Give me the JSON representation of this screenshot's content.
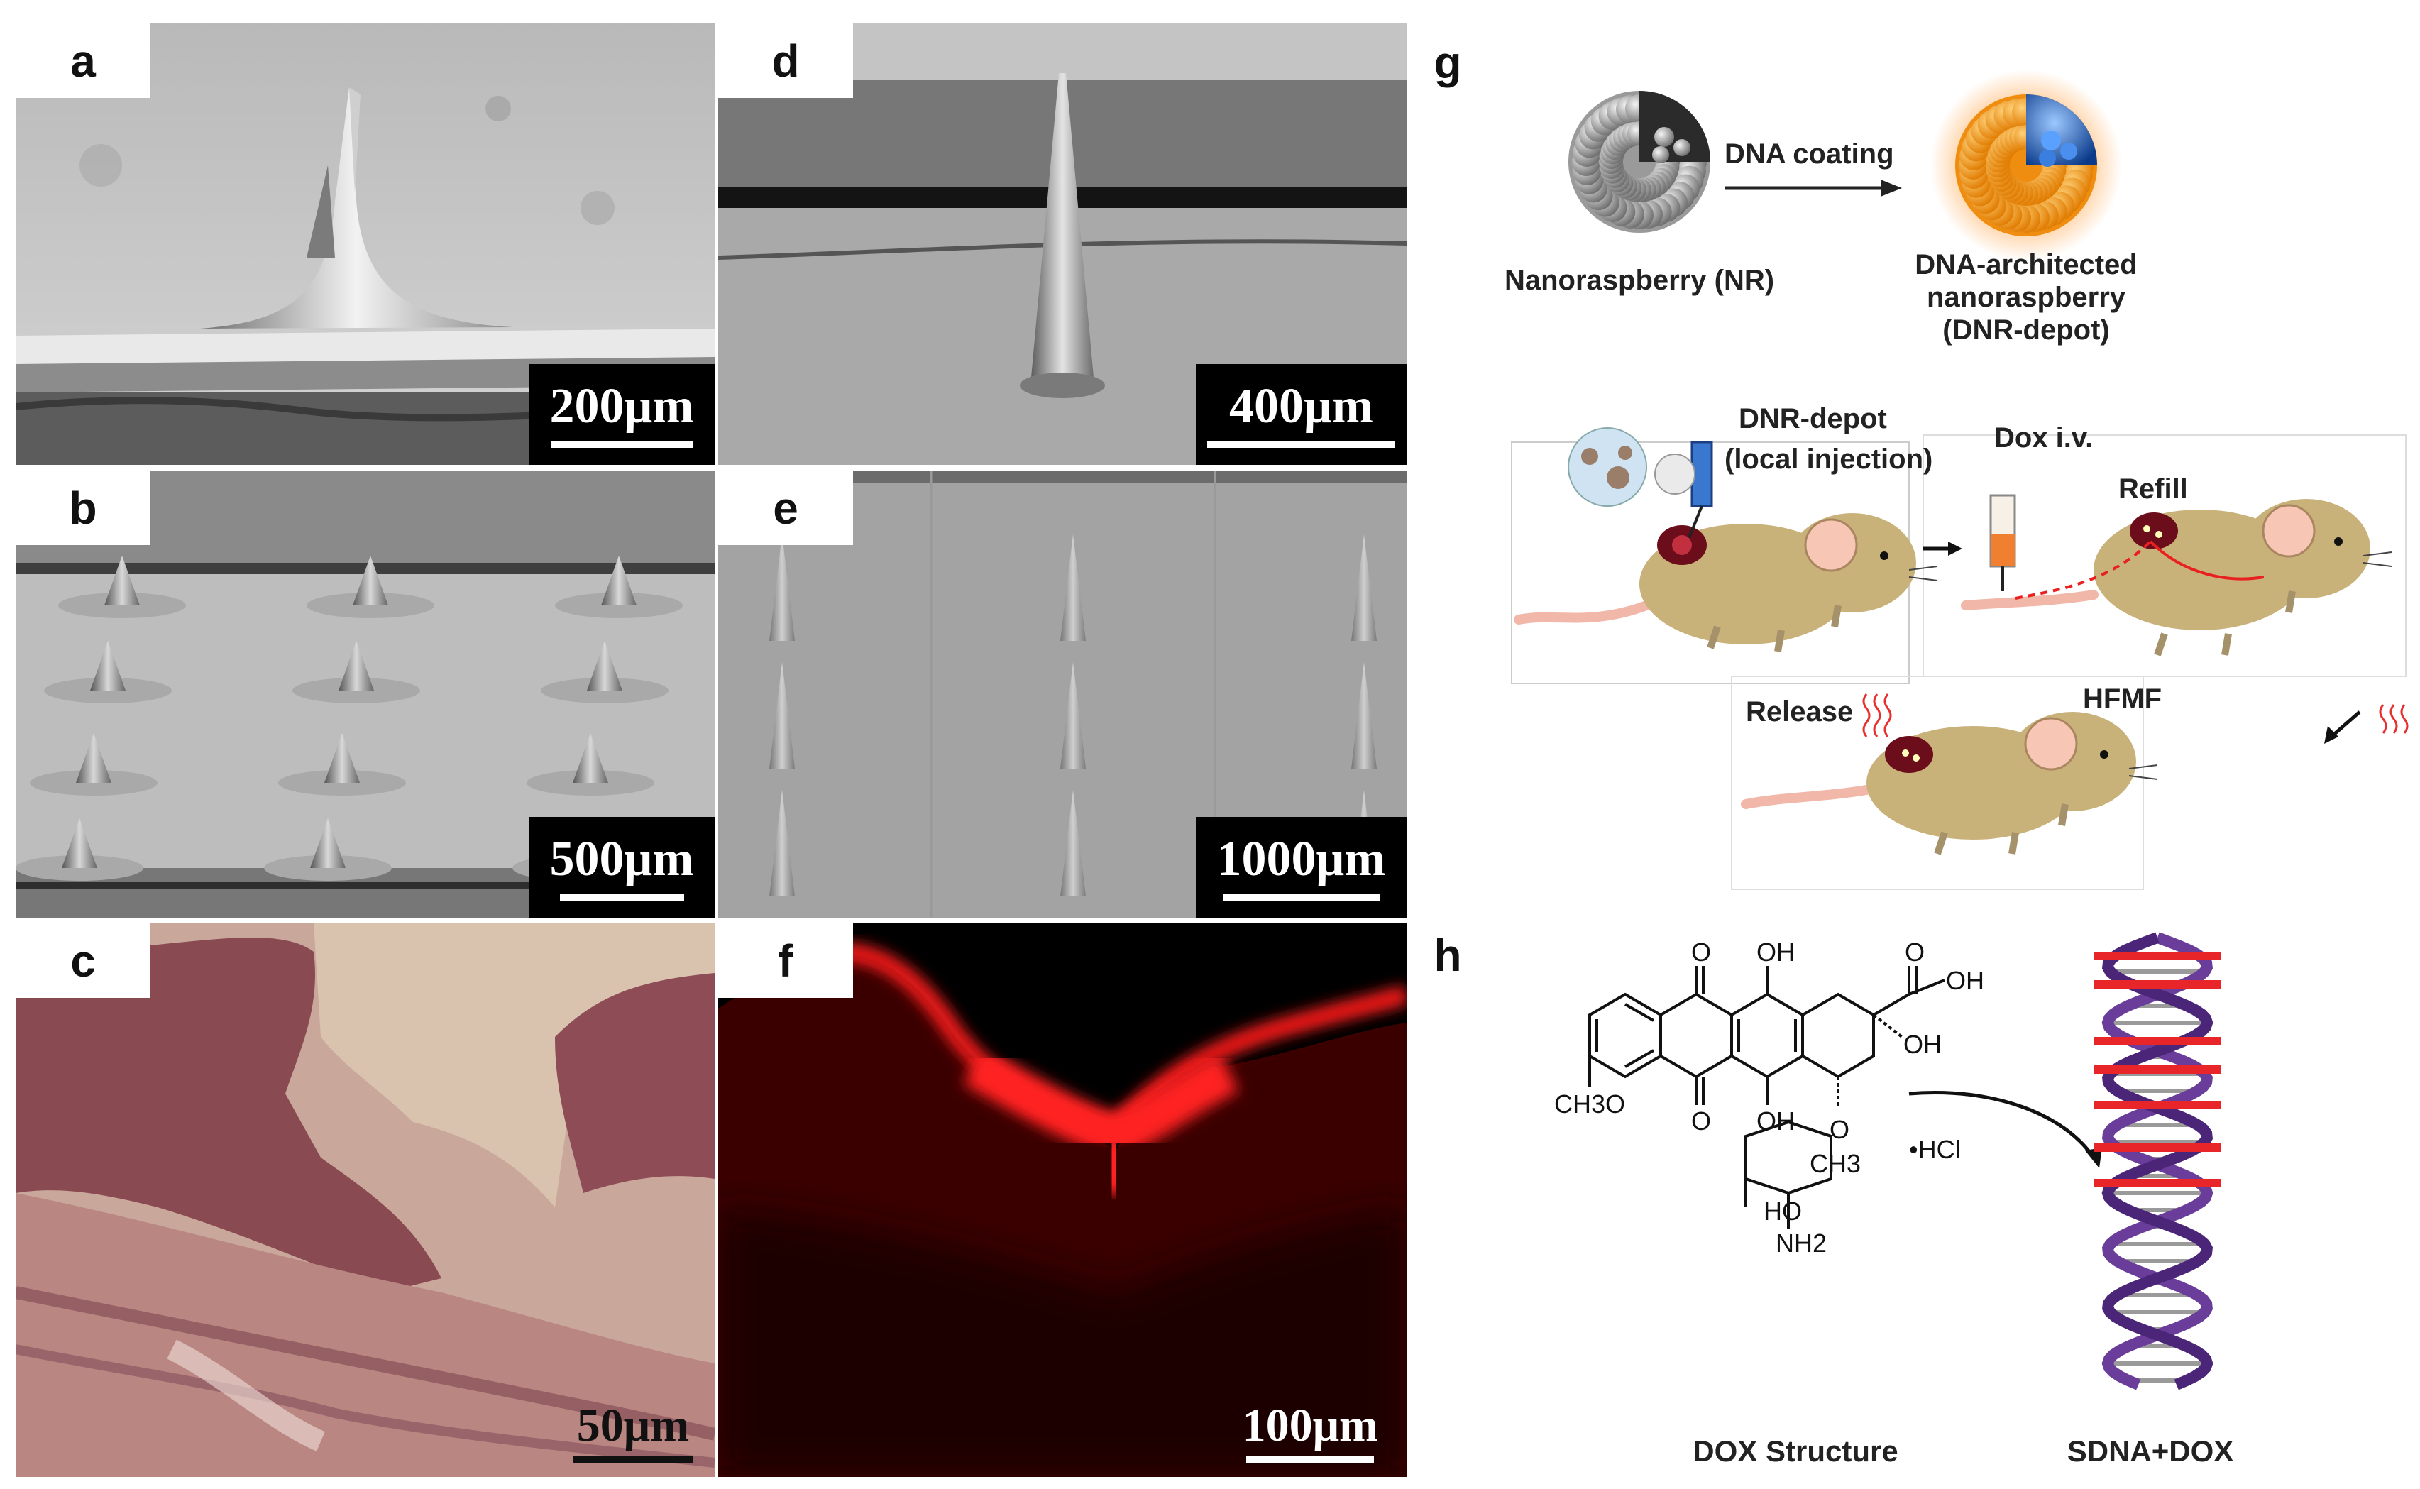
{
  "panels": {
    "a": {
      "label": "a",
      "scale": "200μm"
    },
    "b": {
      "label": "b",
      "scale": "500μm"
    },
    "c": {
      "label": "c",
      "scale": "50μm"
    },
    "d": {
      "label": "d",
      "scale": "400μm"
    },
    "e": {
      "label": "e",
      "scale": "1000μm"
    },
    "f": {
      "label": "f",
      "scale": "100μm"
    },
    "g": {
      "label": "g"
    },
    "h": {
      "label": "h"
    }
  },
  "schematic_g": {
    "nanoraspberry": "Nanoraspberry (NR)",
    "coating_arrow": "DNA coating",
    "dnr_line1": "DNA-architected",
    "dnr_line2": "nanoraspberry",
    "dnr_line3": "(DNR-depot)",
    "depot_line1": "DNR-depot",
    "depot_line2": "(local injection)",
    "dox_iv": "Dox i.v.",
    "refill": "Refill",
    "release": "Release",
    "hfmf": "HFMF"
  },
  "structure_h": {
    "o_top1": "O",
    "oh_top": "OH",
    "o_ketone": "O",
    "oh_side": "OH",
    "oh_ring": "OH",
    "ch3o": "CH3O",
    "o_bottom": "O",
    "oh_bottom": "OH",
    "o_sugar": "O",
    "hcl": "•HCl",
    "ch3": "CH3",
    "ho": "HO",
    "nh2": "NH2",
    "dox_caption": "DOX Structure",
    "sdna_caption": "SDNA+DOX"
  },
  "colors": {
    "fluorescence_red": "#ff1a1a",
    "mouse_body": "#c9b27a",
    "dna_purple": "#6a3d9a",
    "dox_red": "#e8262a"
  }
}
